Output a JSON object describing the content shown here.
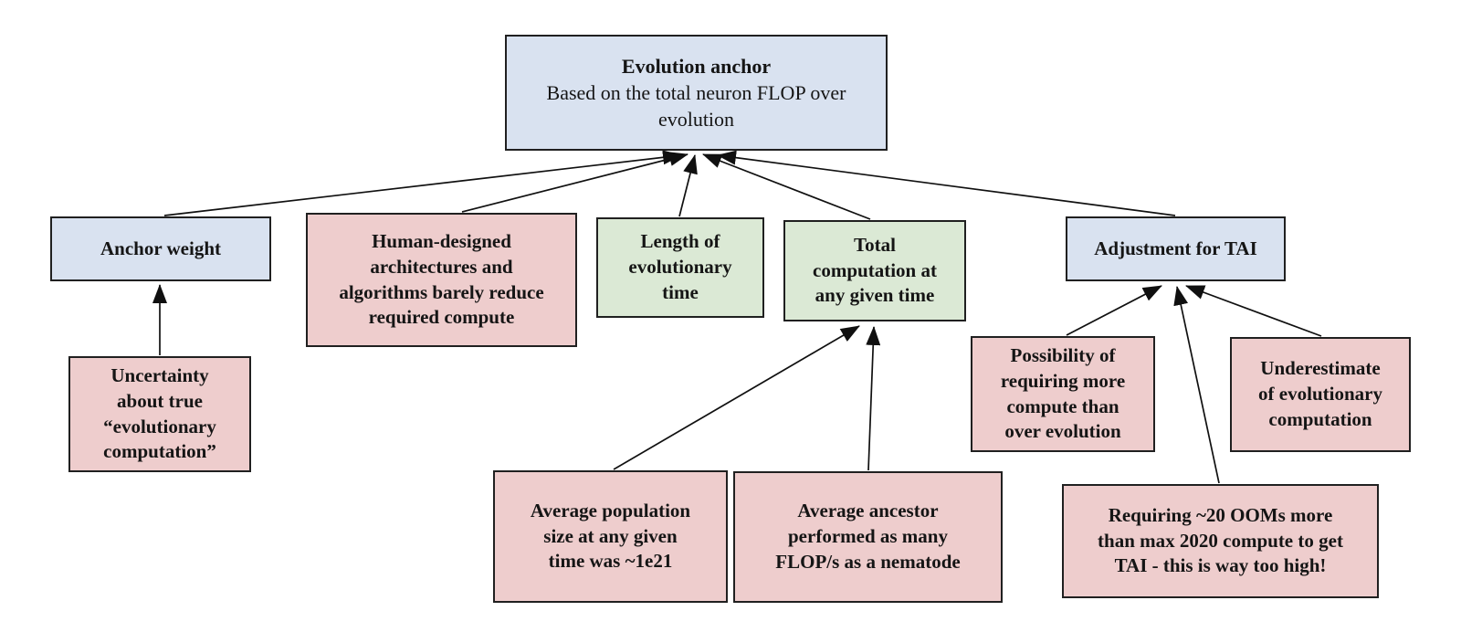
{
  "diagram": {
    "name": "Evolution anchor argument diagram",
    "colors": {
      "blue": "#d9e2f0",
      "pink": "#eecdcd",
      "green": "#dbe9d5",
      "border": "#202020",
      "line": "#101010",
      "background": "#ffffff"
    },
    "nodes": {
      "evolution_anchor": {
        "title": "Evolution anchor",
        "subtitle": "Based on the total neuron FLOP over\nevolution",
        "color": "blue"
      },
      "anchor_weight": {
        "label": "Anchor weight",
        "color": "blue"
      },
      "human_designed": {
        "label": "Human-designed\narchitectures and\nalgorithms barely reduce\nrequired compute",
        "color": "pink"
      },
      "length_time": {
        "label": "Length of\nevolutionary\ntime",
        "color": "green"
      },
      "total_computation": {
        "label": "Total\ncomputation at\nany given time",
        "color": "green"
      },
      "adjustment_tai": {
        "label": "Adjustment for TAI",
        "color": "blue"
      },
      "uncertainty": {
        "label": "Uncertainty\nabout true\n“evolutionary\ncomputation”",
        "color": "pink"
      },
      "possibility": {
        "label": "Possibility of\nrequiring more\ncompute than\nover evolution",
        "color": "pink"
      },
      "underestimate": {
        "label": "Underestimate\nof evolutionary\ncomputation",
        "color": "pink"
      },
      "avg_population": {
        "label": "Average population\nsize at any given\ntime was ~1e21",
        "color": "pink"
      },
      "avg_ancestor": {
        "label": "Average ancestor\nperformed as many\nFLOP/s as a nematode",
        "color": "pink"
      },
      "requiring_ooms": {
        "label": "Requiring ~20 OOMs more\nthan max 2020 compute to get\nTAI  - this is way too high!",
        "color": "pink"
      }
    },
    "edges": [
      {
        "from": "anchor_weight",
        "to": "evolution_anchor"
      },
      {
        "from": "human_designed",
        "to": "evolution_anchor"
      },
      {
        "from": "length_time",
        "to": "evolution_anchor"
      },
      {
        "from": "total_computation",
        "to": "evolution_anchor"
      },
      {
        "from": "adjustment_tai",
        "to": "evolution_anchor"
      },
      {
        "from": "uncertainty",
        "to": "anchor_weight"
      },
      {
        "from": "avg_population",
        "to": "total_computation"
      },
      {
        "from": "avg_ancestor",
        "to": "total_computation"
      },
      {
        "from": "possibility",
        "to": "adjustment_tai"
      },
      {
        "from": "requiring_ooms",
        "to": "adjustment_tai"
      },
      {
        "from": "underestimate",
        "to": "adjustment_tai"
      }
    ]
  }
}
